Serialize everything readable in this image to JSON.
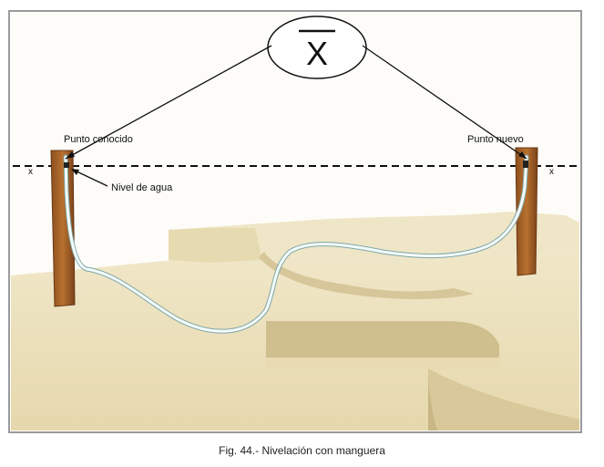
{
  "figure": {
    "symbol": "X",
    "labels": {
      "left_point": "Punto conocido",
      "right_point": "Punto nuevo",
      "water_level": "Nivel de agua",
      "left_x": "x",
      "right_x": "x"
    },
    "caption": "Fig. 44.- Nivelación con manguera"
  },
  "colors": {
    "frame_border": "#9a9a9a",
    "ground_light": "#efe4c2",
    "ground_mid": "#e3d5a8",
    "ground_shadow": "#c9b98a",
    "stake": "#a8622a",
    "hose": "#eef6f6",
    "line": "#111111"
  }
}
